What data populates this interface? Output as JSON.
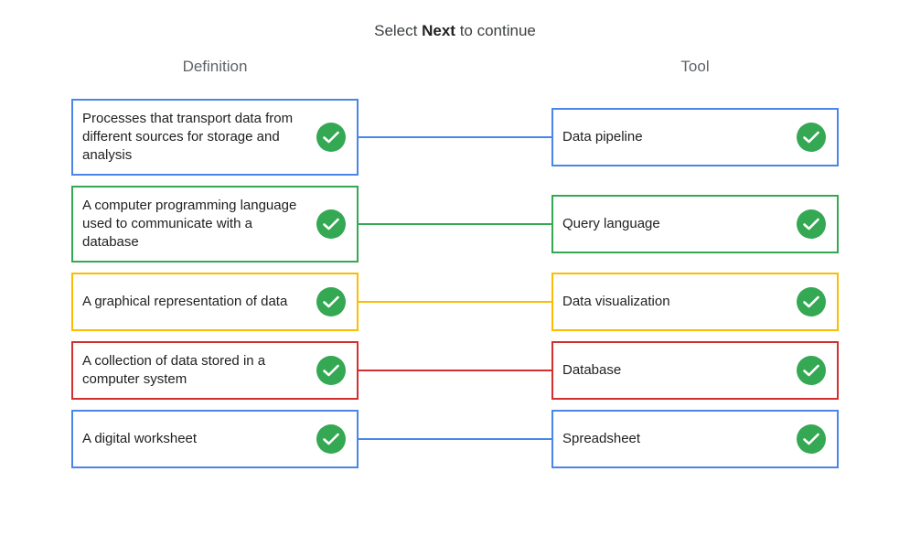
{
  "instruction": {
    "prefix": "Select",
    "emphasis": "Next",
    "suffix": "to continue"
  },
  "headers": {
    "definition": "Definition",
    "tool": "Tool"
  },
  "colors": {
    "blue": "#4a86e8",
    "green": "#34a853",
    "yellow": "#fbbc04",
    "red": "#d32f2f"
  },
  "pairs": [
    {
      "definition": "Processes that transport data from different sources for storage and analysis",
      "tool": "Data pipeline",
      "color": "blue",
      "status": "correct"
    },
    {
      "definition": "A computer programming language used to communicate with a database",
      "tool": "Query language",
      "color": "green",
      "status": "correct"
    },
    {
      "definition": "A graphical representation of data",
      "tool": "Data visualization",
      "color": "yellow",
      "status": "correct"
    },
    {
      "definition": "A collection of data stored in a computer system",
      "tool": "Database",
      "color": "red",
      "status": "correct"
    },
    {
      "definition": "A digital worksheet",
      "tool": "Spreadsheet",
      "color": "blue",
      "status": "correct"
    }
  ]
}
